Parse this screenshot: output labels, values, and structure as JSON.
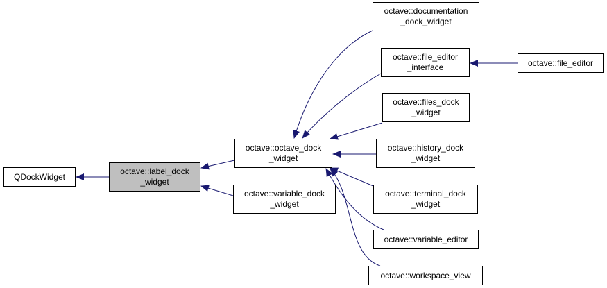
{
  "colors": {
    "edge": "#191970",
    "node_border": "#000000",
    "node_fill": "#ffffff",
    "highlight_fill": "#bfbfbf"
  },
  "nodes": {
    "qdockwidget": {
      "line1": "QDockWidget",
      "line2": ""
    },
    "label_dock_widget": {
      "line1": "octave::label_dock",
      "line2": "_widget"
    },
    "octave_dock_widget": {
      "line1": "octave::octave_dock",
      "line2": "_widget"
    },
    "variable_dock_widget": {
      "line1": "octave::variable_dock",
      "line2": "_widget"
    },
    "documentation_dock_widget": {
      "line1": "octave::documentation",
      "line2": "_dock_widget"
    },
    "file_editor_interface": {
      "line1": "octave::file_editor",
      "line2": "_interface"
    },
    "file_editor": {
      "line1": "octave::file_editor",
      "line2": ""
    },
    "files_dock_widget": {
      "line1": "octave::files_dock",
      "line2": "_widget"
    },
    "history_dock_widget": {
      "line1": "octave::history_dock",
      "line2": "_widget"
    },
    "terminal_dock_widget": {
      "line1": "octave::terminal_dock",
      "line2": "_widget"
    },
    "variable_editor": {
      "line1": "octave::variable_editor",
      "line2": ""
    },
    "workspace_view": {
      "line1": "octave::workspace_view",
      "line2": ""
    }
  },
  "edges": [
    {
      "from": "label_dock_widget",
      "to": "qdockwidget"
    },
    {
      "from": "octave_dock_widget",
      "to": "label_dock_widget"
    },
    {
      "from": "variable_dock_widget",
      "to": "label_dock_widget"
    },
    {
      "from": "documentation_dock_widget",
      "to": "octave_dock_widget"
    },
    {
      "from": "file_editor_interface",
      "to": "octave_dock_widget"
    },
    {
      "from": "files_dock_widget",
      "to": "octave_dock_widget"
    },
    {
      "from": "history_dock_widget",
      "to": "octave_dock_widget"
    },
    {
      "from": "terminal_dock_widget",
      "to": "octave_dock_widget"
    },
    {
      "from": "variable_editor",
      "to": "octave_dock_widget"
    },
    {
      "from": "workspace_view",
      "to": "octave_dock_widget"
    },
    {
      "from": "file_editor",
      "to": "file_editor_interface"
    }
  ]
}
